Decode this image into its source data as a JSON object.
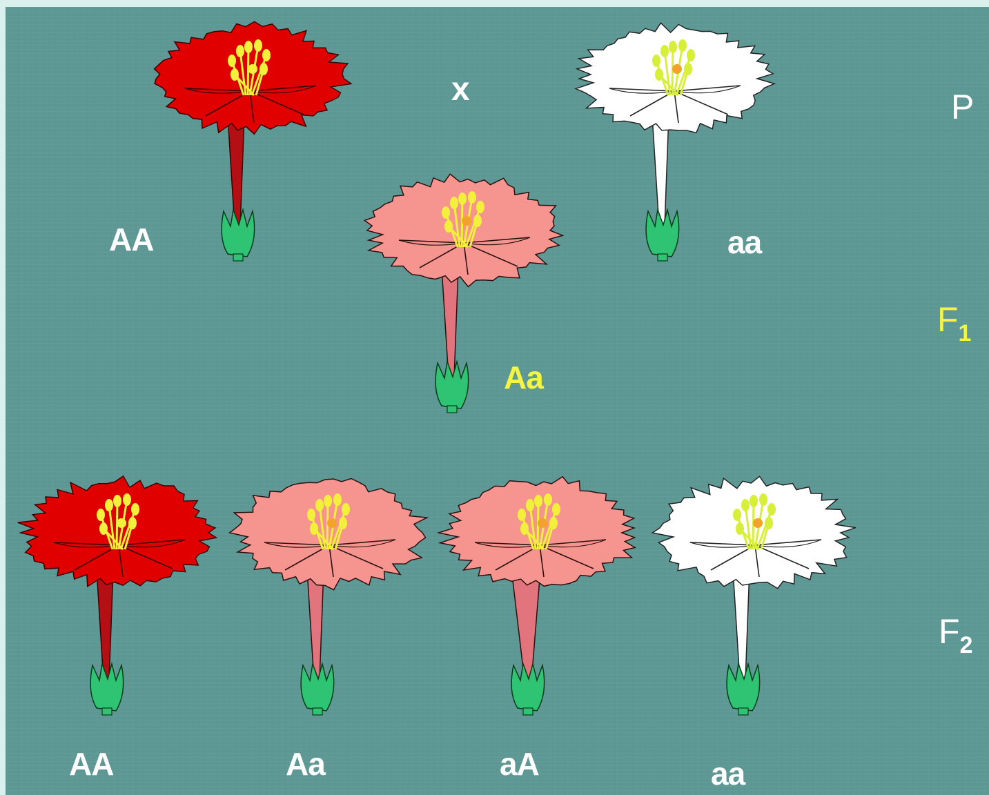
{
  "colors": {
    "background": "#5e9895",
    "label_white": "#ffffff",
    "label_yellow": "#f4f442",
    "red_petal": "#e00000",
    "red_tube": "#b40f14",
    "pink_petal": "#f6958f",
    "pink_tube": "#e1747c",
    "white_petal": "#ffffff",
    "sepal_green": "#2fc473",
    "stamen_yellow": "#f2f03a",
    "pistil_orange": "#f3a32a"
  },
  "cross_symbol": "x",
  "generations": {
    "p": {
      "letter": "P",
      "sub": ""
    },
    "f1": {
      "letter": "F",
      "sub": "1"
    },
    "f2": {
      "letter": "F",
      "sub": "2"
    }
  },
  "parents": [
    {
      "genotype": "AA",
      "color": "red"
    },
    {
      "genotype": "aa",
      "color": "white"
    }
  ],
  "f1": {
    "genotype": "Aa",
    "color": "pink"
  },
  "f2": [
    {
      "genotype": "AA",
      "color": "red"
    },
    {
      "genotype": "Aa",
      "color": "pink"
    },
    {
      "genotype": "aA",
      "color": "pink"
    },
    {
      "genotype": "aa",
      "color": "white"
    }
  ]
}
